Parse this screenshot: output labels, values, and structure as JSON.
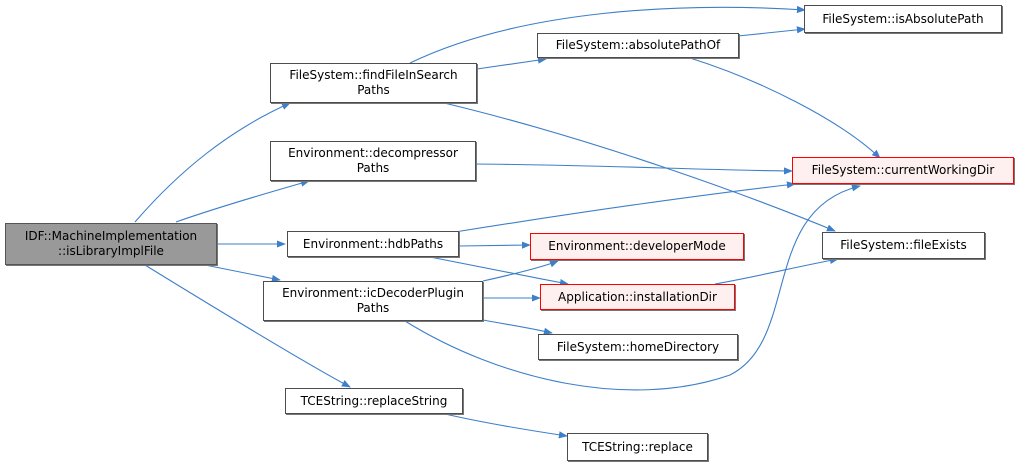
{
  "nodes": {
    "root": [
      "IDF::MachineImplementation",
      "::isLibraryImplFile"
    ],
    "findFileInSearchPaths": [
      "FileSystem::findFileInSearch",
      "Paths"
    ],
    "decompressorPaths": [
      "Environment::decompressor",
      "Paths"
    ],
    "hdbPaths": [
      "Environment::hdbPaths"
    ],
    "icDecoderPluginPaths": [
      "Environment::icDecoderPlugin",
      "Paths"
    ],
    "replaceString": [
      "TCEString::replaceString"
    ],
    "absolutePathOf": [
      "FileSystem::absolutePathOf"
    ],
    "isAbsolutePath": [
      "FileSystem::isAbsolutePath"
    ],
    "currentWorkingDir": [
      "FileSystem::currentWorkingDir"
    ],
    "fileExists": [
      "FileSystem::fileExists"
    ],
    "developerMode": [
      "Environment::developerMode"
    ],
    "installationDir": [
      "Application::installationDir"
    ],
    "homeDirectory": [
      "FileSystem::homeDirectory"
    ],
    "replace": [
      "TCEString::replace"
    ]
  },
  "colors": {
    "edge": "#3d7fc9",
    "root_fill": "#999999",
    "highlight_border": "#ff0000"
  }
}
